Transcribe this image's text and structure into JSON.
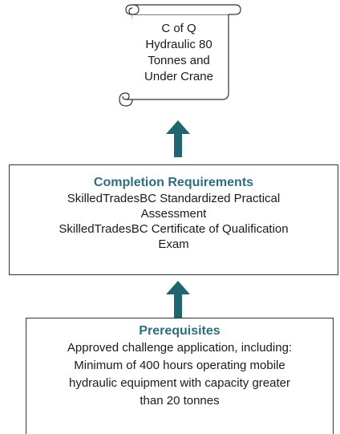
{
  "scroll": {
    "lines": [
      "C of Q",
      "Hydraulic 80",
      "Tonnes and",
      "Under Crane"
    ]
  },
  "completion": {
    "title": "Completion Requirements",
    "lines": [
      "SkilledTradesBC Standardized Practical",
      "Assessment",
      "SkilledTradesBC Certificate of Qualification",
      "Exam"
    ]
  },
  "prerequisites": {
    "title": "Prerequisites",
    "lines": [
      "Approved challenge application, including:",
      "Minimum of 400 hours operating mobile",
      "hydraulic equipment with capacity greater",
      "than 20 tonnes"
    ]
  },
  "colors": {
    "title_teal": "#2e6e7a",
    "arrow_teal": "#1f6670",
    "border": "#333333"
  },
  "icons": {
    "arrow": "arrow-up-icon",
    "scroll": "scroll-icon"
  }
}
